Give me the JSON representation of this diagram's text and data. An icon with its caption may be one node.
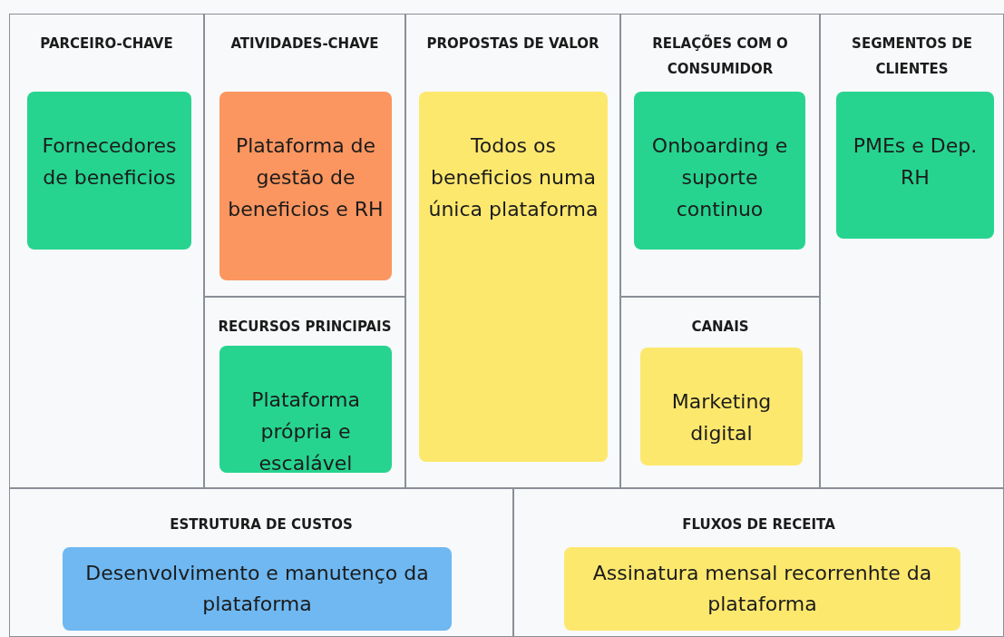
{
  "diagram": {
    "nodes": [
      {
        "text": [
          "PARCEIRO-CHAVE"
        ]
      },
      {
        "text": [
          "Fornecedores de beneficios"
        ],
        "in": 0
      },
      {
        "text": [
          "ATIVIDADES-CHAVE"
        ]
      },
      {
        "text": [
          "Plataforma de gestão de beneficios e RH"
        ],
        "in": 2
      },
      {
        "text": [
          "RECURSOS PRINCIPAIS"
        ]
      },
      {
        "text": [
          "Plataforma própria e escalável"
        ],
        "in": 4
      },
      {
        "text": [
          "PROPOSTAS DE VALOR"
        ]
      },
      {
        "text": [
          "Todos os beneficios numa única plataforma"
        ],
        "in": 6
      },
      {
        "text": [
          "RELAÇÕES COM O CONSUMIDOR"
        ]
      },
      {
        "text": [
          "Onboarding e suporte continuo"
        ],
        "in": 8
      },
      {
        "text": [
          "CANAIS"
        ]
      },
      {
        "text": [
          "Marketing digital"
        ],
        "in": 10
      },
      {
        "text": [
          "SEGMENTOS DE CLIENTES"
        ]
      },
      {
        "text": [
          "PMEs e Dep. RH"
        ],
        "in": 12
      },
      {
        "text": [
          "ESTRUTURA DE CUSTOS"
        ]
      },
      {
        "text": [
          "Desenvolvimento e manutenço da plataforma"
        ],
        "in": 14
      },
      {
        "text": [
          "FLUXOS DE RECEITA"
        ]
      },
      {
        "text": [
          "Assinatura mensal recorrenhte da plataforma"
        ],
        "in": 16
      }
    ]
  }
}
